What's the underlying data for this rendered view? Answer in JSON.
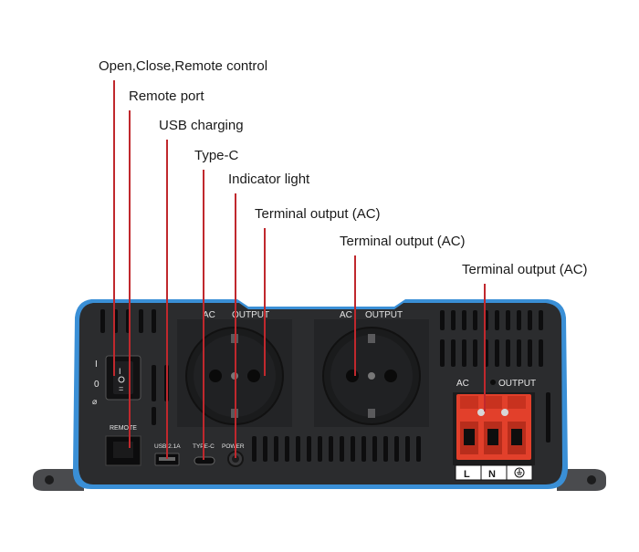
{
  "callouts": [
    {
      "id": "power-switch",
      "text": "Open,Close,Remote control"
    },
    {
      "id": "remote-port",
      "text": "Remote port"
    },
    {
      "id": "usb",
      "text": "USB charging"
    },
    {
      "id": "typec",
      "text": "Type-C"
    },
    {
      "id": "indicator",
      "text": "Indicator light"
    },
    {
      "id": "socket1",
      "text": "Terminal output (AC)"
    },
    {
      "id": "socket2",
      "text": "Terminal output (AC)"
    },
    {
      "id": "terminal",
      "text": "Terminal output (AC)"
    }
  ],
  "panel": {
    "socket1_label_ac": "AC",
    "socket1_label_output": "OUTPUT",
    "socket2_label_ac": "AC",
    "socket2_label_output": "OUTPUT",
    "terminal_label_ac": "AC",
    "terminal_label_output": "OUTPUT",
    "switch_mark_on": "I",
    "switch_mark_off": "0",
    "remote_label": "REMOTE",
    "usb_label": "USB  2.1A",
    "typec_label": "TYPE-C",
    "power_label": "POWER",
    "terminal_L": "L",
    "terminal_N": "N"
  },
  "colors": {
    "body": "#2b2c2e",
    "trim": "#3a8fd6",
    "leader": "#c0282d",
    "terminal_block": "#e2402b"
  }
}
